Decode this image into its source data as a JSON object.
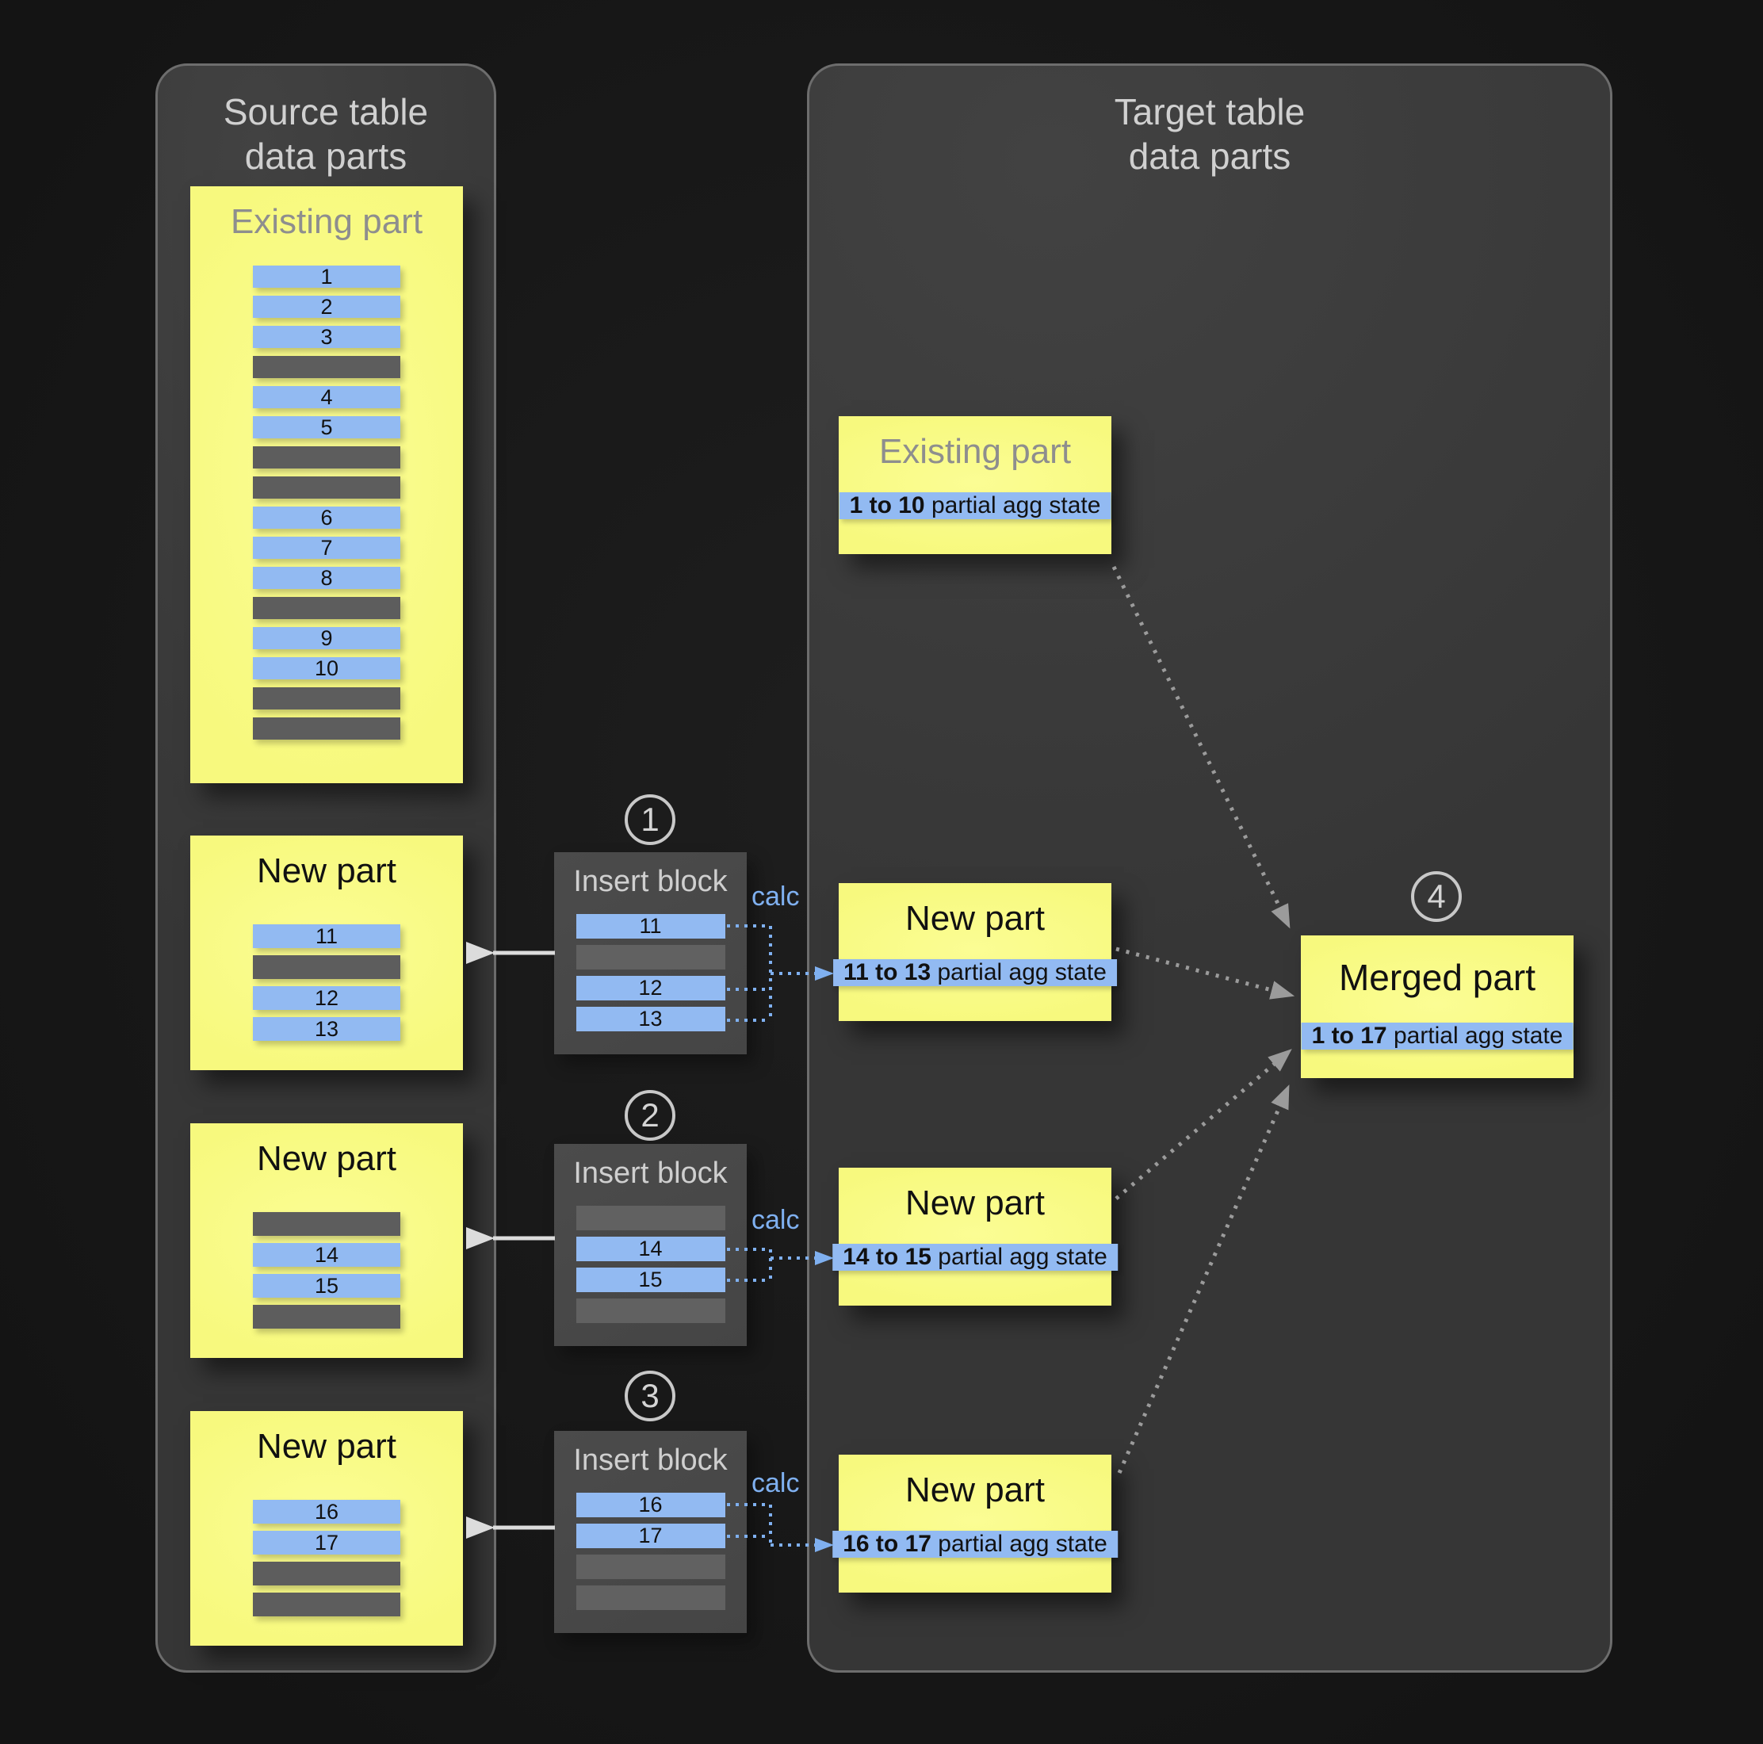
{
  "palette": {
    "background": "#181818",
    "panel_bg": "#3a3a3a",
    "panel_border": "#6d6d6d",
    "yellow": "#f7f97e",
    "blue": "#92baf2",
    "gray_row": "#5d5d5d",
    "insert_bg": "#484848",
    "insert_gray_row": "#616161",
    "calc_blue": "#7fb0f0",
    "title_gray": "#8e8e8e",
    "panel_title": "#d0d0d0",
    "arrow_white": "#dcdcdc",
    "arrow_gray": "#9b9b9b",
    "ink": "#111111"
  },
  "source_panel": {
    "title": "Source table\ndata parts",
    "existing_part": {
      "title": "Existing part",
      "rows": [
        "1",
        "2",
        "3",
        "",
        "4",
        "5",
        "",
        "",
        "6",
        "7",
        "8",
        "",
        "9",
        "10",
        "",
        ""
      ]
    },
    "new_parts": [
      {
        "title": "New part",
        "rows": [
          "11",
          "",
          "12",
          "13"
        ]
      },
      {
        "title": "New part",
        "rows": [
          "",
          "14",
          "15",
          ""
        ]
      },
      {
        "title": "New part",
        "rows": [
          "16",
          "17",
          "",
          ""
        ]
      }
    ]
  },
  "insert_blocks": [
    {
      "step_number": "1",
      "title": "Insert block",
      "calc_label": "calc",
      "rows": [
        "11",
        "",
        "12",
        "13"
      ]
    },
    {
      "step_number": "2",
      "title": "Insert block",
      "calc_label": "calc",
      "rows": [
        "",
        "14",
        "15",
        ""
      ]
    },
    {
      "step_number": "3",
      "title": "Insert block",
      "calc_label": "calc",
      "rows": [
        "16",
        "17",
        "",
        ""
      ]
    }
  ],
  "target_panel": {
    "title": "Target table\ndata parts",
    "existing_part": {
      "title": "Existing part",
      "agg_range": "1 to 10",
      "agg_suffix": " partial agg state"
    },
    "new_parts": [
      {
        "title": "New part",
        "agg_range": "11 to 13",
        "agg_suffix": " partial agg state"
      },
      {
        "title": "New part",
        "agg_range": "14 to 15",
        "agg_suffix": " partial agg state"
      },
      {
        "title": "New part",
        "agg_range": "16 to 17",
        "agg_suffix": " partial agg state"
      }
    ],
    "merged_part": {
      "step_number": "4",
      "title": "Merged part",
      "agg_range": "1 to 17",
      "agg_suffix": " partial agg state"
    }
  }
}
